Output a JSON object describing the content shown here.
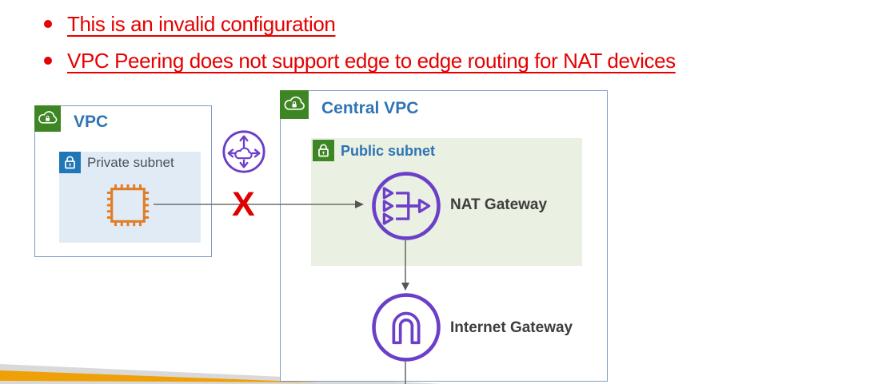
{
  "bullets": [
    {
      "label": "This is an invalid configuration"
    },
    {
      "label": "VPC Peering does not support edge to edge routing for NAT devices"
    }
  ],
  "left_vpc": {
    "title": "VPC",
    "subnet_label": "Private subnet"
  },
  "central_vpc": {
    "title": "Central VPC",
    "subnet_label": "Public subnet",
    "nat_gateway_label": "NAT Gateway",
    "internet_gateway_label": "Internet Gateway"
  },
  "connections": {
    "invalid_marker": "X"
  },
  "icons": {
    "left_vpc_badge": "vpc-cloud-lock-icon",
    "central_vpc_badge": "vpc-cloud-lock-icon",
    "private_subnet_badge": "private-subnet-lock-icon",
    "public_subnet_badge": "public-subnet-lock-icon",
    "instance": "ec2-instance-icon",
    "peering": "vpc-peering-icon",
    "nat": "nat-gateway-icon",
    "internet_gateway": "internet-gateway-icon"
  },
  "colors": {
    "bullet_red": "#e60000",
    "invalid_x_red": "#e00000",
    "aws_purple": "#6b3fc8",
    "aws_orange": "#e07d26",
    "aws_green": "#3e8624",
    "subnet_icon_blue": "#1f78b5",
    "title_blue": "#2e74b5",
    "subnet_blue_bg": "#e1ebf6",
    "subnet_green_bg": "#eaf0e2",
    "box_border": "#7e9cc9",
    "connector_gray": "#6e6e6e",
    "wedge_gray": "#d9d9d9",
    "wedge_orange": "#efa007"
  }
}
